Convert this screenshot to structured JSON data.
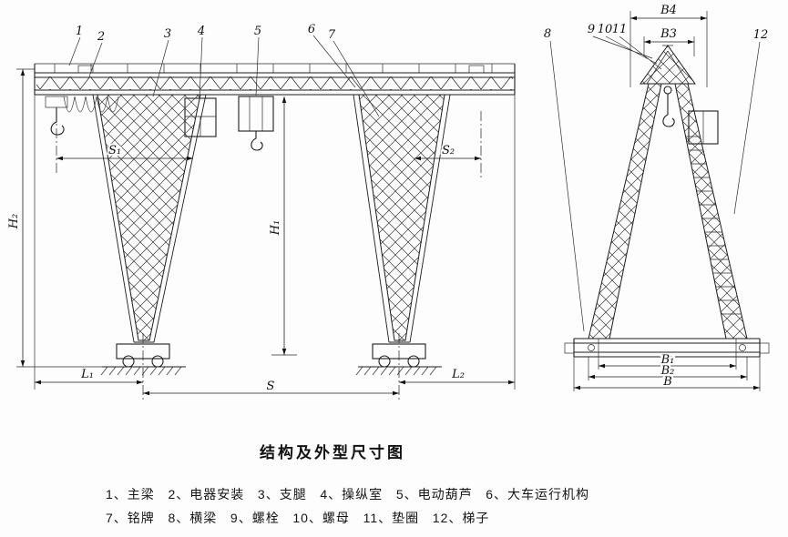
{
  "title": "结构及外型尺寸图",
  "legend": {
    "line1": "1、主梁   2、电器安装   3、支腿   4、操纵室   5、电动葫芦   6、大车运行机构",
    "line2": "7、铭牌   8、横梁   9、螺栓   10、螺母   11、垫圈   12、梯子"
  },
  "dimensions": {
    "front": {
      "h2": "H₂",
      "h1": "H₁",
      "s1": "S₁",
      "s2": "S₂",
      "l1": "L₁",
      "s": "S",
      "l2": "L₂"
    },
    "side": {
      "b4": "B4",
      "b3": "B3",
      "b1": "B₁",
      "b2": "B₂",
      "b": "B"
    }
  },
  "callouts": {
    "c1": "1",
    "c2": "2",
    "c3": "3",
    "c4": "4",
    "c5": "5",
    "c6": "6",
    "c7": "7",
    "c8": "8",
    "c9": "9",
    "c10": "10",
    "c11": "11",
    "c12": "12"
  }
}
